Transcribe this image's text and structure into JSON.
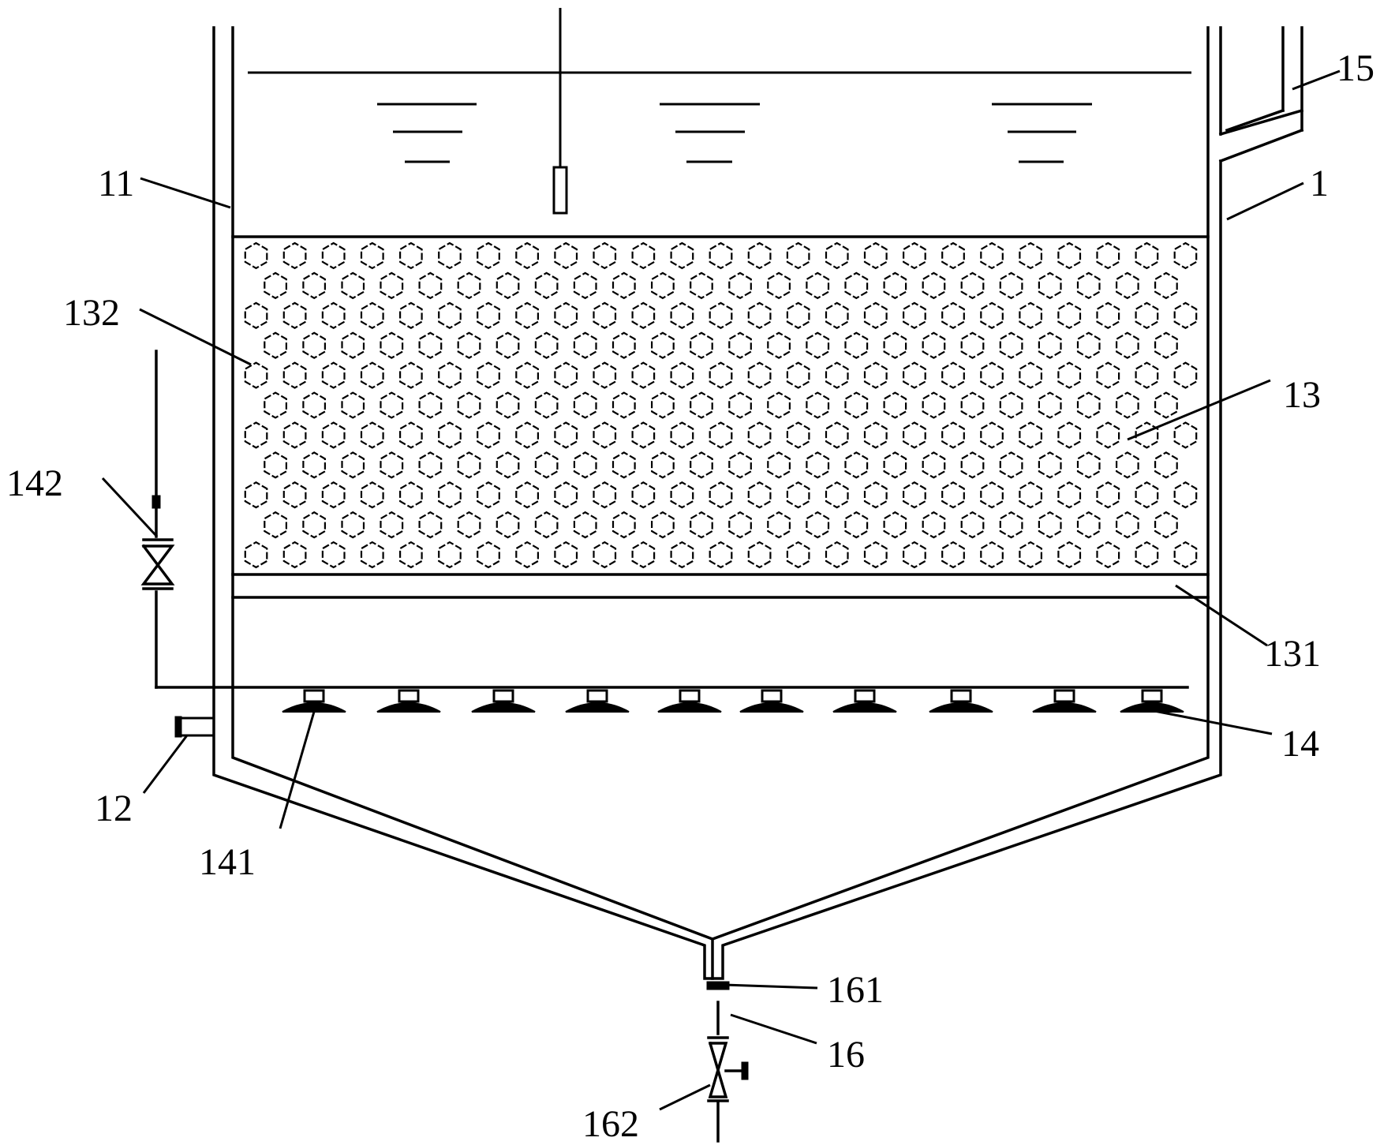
{
  "labels": {
    "tank": "1",
    "tank_wall": "11",
    "inlet": "12",
    "media_layer": "13",
    "support_plate": "131",
    "media": "132",
    "aerator": "14",
    "diffuser_head": "141",
    "air_valve": "142",
    "overflow_weir": "15",
    "drain_pipe": "16",
    "drain_outlet": "161",
    "drain_valve": "162"
  },
  "diffuser_count": 10,
  "media_grid": {
    "rows": 11,
    "cols": 25
  },
  "colors": {
    "line": "#000000",
    "background": "#ffffff"
  }
}
